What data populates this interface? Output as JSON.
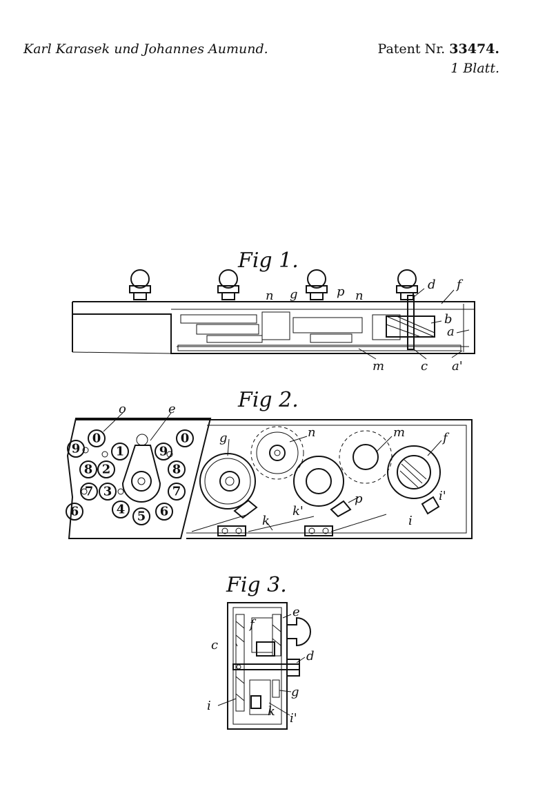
{
  "header": {
    "inventors": "Karl Karasek und Johannes Aumund.",
    "patent_prefix": "Patent Nr.",
    "patent_number": "33474.",
    "sheet": "1 Blatt."
  },
  "figures": {
    "fig1": {
      "caption": "Fig 1.",
      "labels": [
        "d",
        "f",
        "n",
        "g",
        "p",
        "n",
        "b",
        "a",
        "m",
        "c",
        "a'"
      ]
    },
    "fig2": {
      "caption": "Fig 2.",
      "labels": [
        "o",
        "e",
        "g",
        "n",
        "m",
        "f",
        "k",
        "k'",
        "p",
        "i'",
        "i"
      ],
      "key_numbers": [
        "0",
        "1",
        "9",
        "0",
        "2",
        "8",
        "8",
        "3",
        "7",
        "7",
        "4",
        "6",
        "6",
        "5",
        "9"
      ]
    },
    "fig3": {
      "caption": "Fig 3.",
      "labels": [
        "e",
        "f",
        "c",
        "d",
        "g",
        "i",
        "k",
        "i'"
      ]
    }
  }
}
